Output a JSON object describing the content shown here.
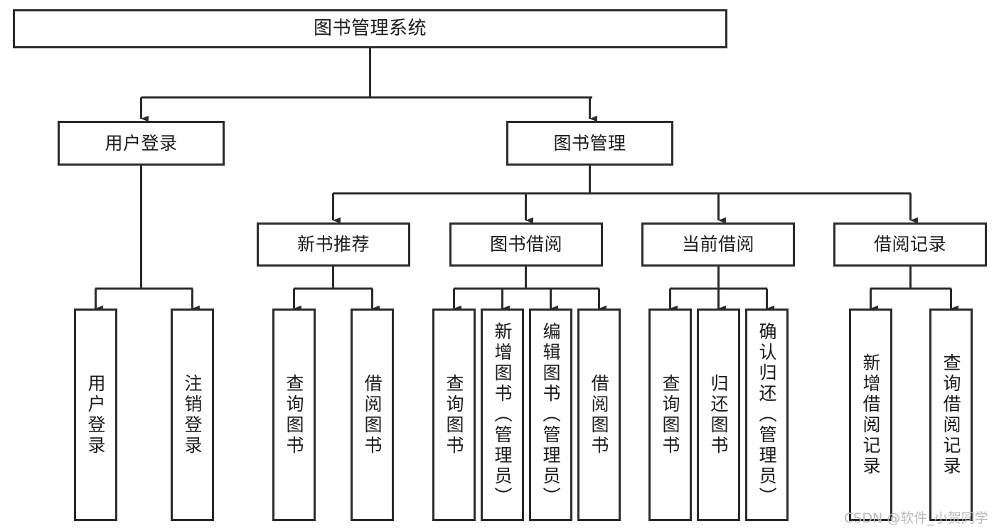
{
  "diagram": {
    "title": "图书管理系统",
    "type": "tree",
    "watermark": "CSDN @软件_小贺同学",
    "colors": {
      "stroke": "#2b2b2b",
      "fill": "#ffffff",
      "text": "#1a1a1a",
      "watermark": "#b9b9b9"
    },
    "levels": {
      "root": {
        "label": "图书管理系统"
      },
      "level2": [
        {
          "label": "用户登录"
        },
        {
          "label": "图书管理"
        }
      ],
      "level3": [
        {
          "label": "新书推荐"
        },
        {
          "label": "图书借阅"
        },
        {
          "label": "当前借阅"
        },
        {
          "label": "借阅记录"
        }
      ],
      "leaves": [
        {
          "label": "用户登录"
        },
        {
          "label": "注销登录"
        },
        {
          "label": "查询图书"
        },
        {
          "label": "借阅图书"
        },
        {
          "label": "查询图书"
        },
        {
          "label": "新增图书（管理员）"
        },
        {
          "label": "编辑图书（管理员）"
        },
        {
          "label": "借阅图书"
        },
        {
          "label": "查询图书"
        },
        {
          "label": "归还图书"
        },
        {
          "label": "确认归还（管理员）"
        },
        {
          "label": "新增借阅记录"
        },
        {
          "label": "查询借阅记录"
        }
      ]
    },
    "edges": [
      {
        "from": "图书管理系统",
        "to": "用户登录"
      },
      {
        "from": "图书管理系统",
        "to": "图书管理"
      },
      {
        "from": "用户登录",
        "to": "用户登录"
      },
      {
        "from": "用户登录",
        "to": "注销登录"
      },
      {
        "from": "图书管理",
        "to": "新书推荐"
      },
      {
        "from": "图书管理",
        "to": "图书借阅"
      },
      {
        "from": "图书管理",
        "to": "当前借阅"
      },
      {
        "from": "图书管理",
        "to": "借阅记录"
      },
      {
        "from": "新书推荐",
        "to": "查询图书"
      },
      {
        "from": "新书推荐",
        "to": "借阅图书"
      },
      {
        "from": "图书借阅",
        "to": "查询图书"
      },
      {
        "from": "图书借阅",
        "to": "新增图书（管理员）"
      },
      {
        "from": "图书借阅",
        "to": "编辑图书（管理员）"
      },
      {
        "from": "图书借阅",
        "to": "借阅图书"
      },
      {
        "from": "当前借阅",
        "to": "查询图书"
      },
      {
        "from": "当前借阅",
        "to": "归还图书"
      },
      {
        "from": "当前借阅",
        "to": "确认归还（管理员）"
      },
      {
        "from": "借阅记录",
        "to": "新增借阅记录"
      },
      {
        "from": "借阅记录",
        "to": "查询借阅记录"
      }
    ]
  }
}
